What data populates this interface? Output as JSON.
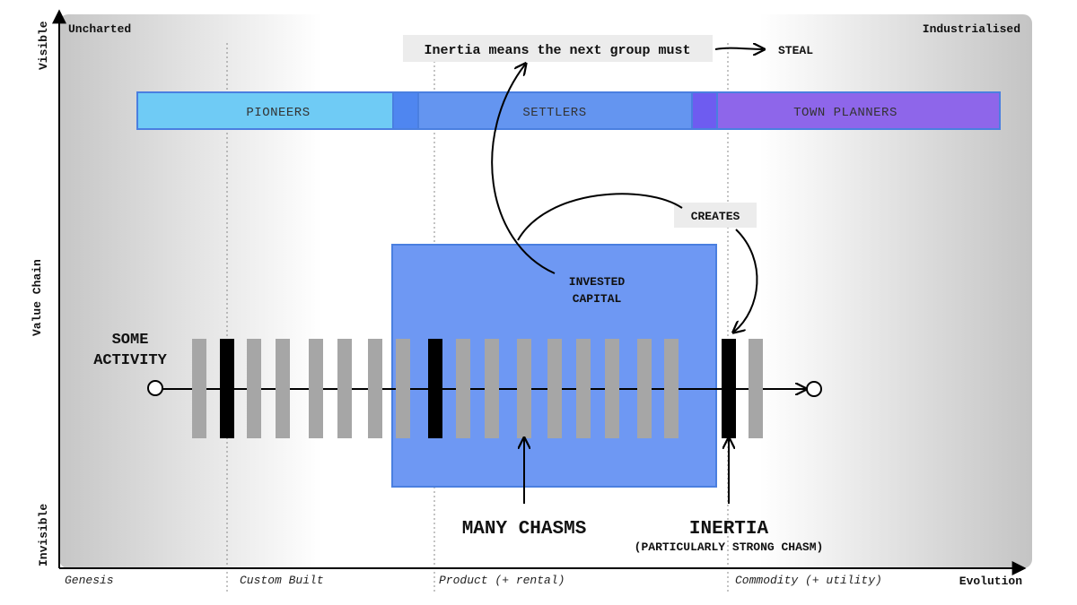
{
  "map": {
    "corners": {
      "top_left": "Uncharted",
      "top_right": "Industrialised"
    },
    "y_axis": {
      "top": "Visible",
      "middle": "Value Chain",
      "bottom": "Invisible"
    },
    "x_axis": {
      "label": "Evolution",
      "stages": [
        "Genesis",
        "Custom Built",
        "Product (+ rental)",
        "Commodity (+ utility)"
      ]
    }
  },
  "bands": {
    "pioneers": "PIONEERS",
    "settlers": "SETTLERS",
    "town_planners": "TOWN PLANNERS"
  },
  "annotations": {
    "inertia_means": "Inertia means the next group must",
    "steal": "STEAL",
    "creates": "CREATES",
    "invested_capital": [
      "INVESTED",
      "CAPITAL"
    ],
    "some_activity": [
      "SOME",
      "ACTIVITY"
    ],
    "many_chasms": "MANY CHASMS",
    "inertia": "INERTIA",
    "inertia_sub": "(PARTICULARLY STRONG CHASM)"
  },
  "colors": {
    "pioneers": "#6fcbf5",
    "settlers": "#6495f0",
    "town_planners": "#8e66ea",
    "capital_box": "#6e98f3",
    "chasm_grey": "#a6a6a6",
    "chasm_black": "#000000"
  },
  "chasms": {
    "bars": [
      {
        "kind": "grey"
      },
      {
        "kind": "black"
      },
      {
        "kind": "grey"
      },
      {
        "kind": "grey"
      },
      {
        "kind": "grey"
      },
      {
        "kind": "grey"
      },
      {
        "kind": "grey"
      },
      {
        "kind": "grey"
      },
      {
        "kind": "black"
      },
      {
        "kind": "grey"
      },
      {
        "kind": "grey"
      },
      {
        "kind": "grey"
      },
      {
        "kind": "grey"
      },
      {
        "kind": "grey"
      },
      {
        "kind": "grey"
      },
      {
        "kind": "grey"
      },
      {
        "kind": "grey"
      },
      {
        "kind": "black"
      },
      {
        "kind": "grey"
      }
    ]
  }
}
